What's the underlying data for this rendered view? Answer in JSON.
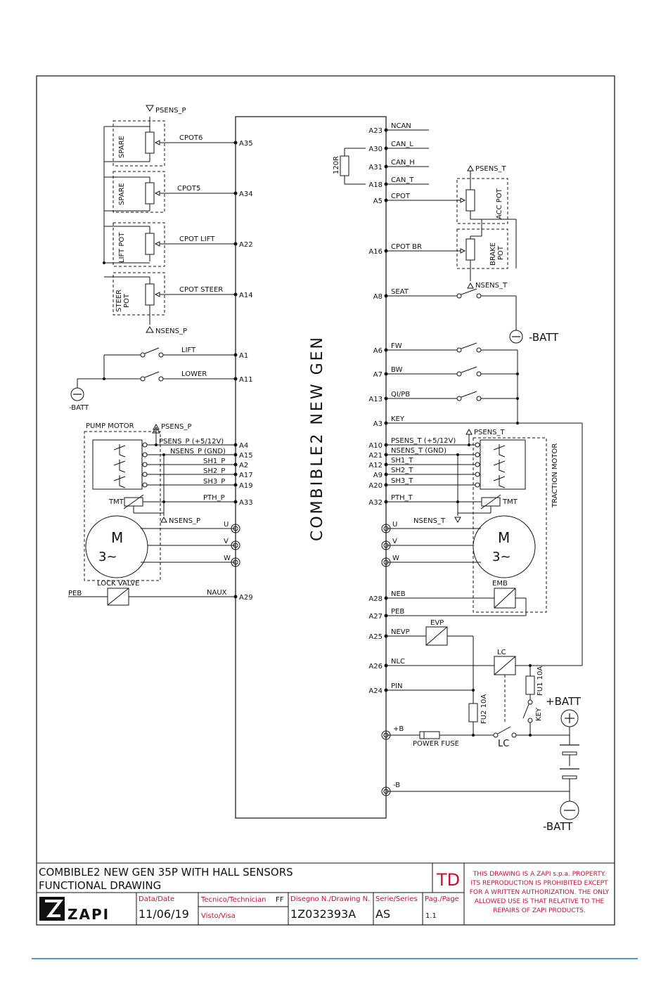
{
  "controller": {
    "name": "COMBIBLE2 NEW GEN"
  },
  "left_pins": [
    {
      "pin": "A35",
      "signal": "CPOT6"
    },
    {
      "pin": "A34",
      "signal": "CPOT5"
    },
    {
      "pin": "A22",
      "signal": "CPOT LIFT"
    },
    {
      "pin": "A14",
      "signal": "CPOT STEER"
    },
    {
      "pin": "A1",
      "signal": "LIFT"
    },
    {
      "pin": "A11",
      "signal": "LOWER"
    },
    {
      "pin": "A4",
      "signal": "PSENS_P (+5/12V)"
    },
    {
      "pin": "A15",
      "signal": "NSENS_P (GND)"
    },
    {
      "pin": "A2",
      "signal": "SH1_P"
    },
    {
      "pin": "A17",
      "signal": "SH2_P"
    },
    {
      "pin": "A19",
      "signal": "SH3_P"
    },
    {
      "pin": "A33",
      "signal": "PTH_P"
    },
    {
      "pin": "A29",
      "signal": "NAUX"
    }
  ],
  "right_pins": [
    {
      "pin": "A23",
      "signal": "NCAN"
    },
    {
      "pin": "A30",
      "signal": "CAN_L"
    },
    {
      "pin": "A31",
      "signal": "CAN_H"
    },
    {
      "pin": "A18",
      "signal": "CAN_T"
    },
    {
      "pin": "A5",
      "signal": "CPOT"
    },
    {
      "pin": "A16",
      "signal": "CPOT BR"
    },
    {
      "pin": "A8",
      "signal": "SEAT"
    },
    {
      "pin": "A6",
      "signal": "FW"
    },
    {
      "pin": "A7",
      "signal": "BW"
    },
    {
      "pin": "A13",
      "signal": "QI/PB"
    },
    {
      "pin": "A3",
      "signal": "KEY"
    },
    {
      "pin": "A10",
      "signal": "PSENS_T (+5/12V)"
    },
    {
      "pin": "A21",
      "signal": "NSENS_T (GND)"
    },
    {
      "pin": "A12",
      "signal": "SH1_T"
    },
    {
      "pin": "A9",
      "signal": "SH2_T"
    },
    {
      "pin": "A20",
      "signal": "SH3_T"
    },
    {
      "pin": "A32",
      "signal": "PTH_T"
    },
    {
      "pin": "A28",
      "signal": "NEB"
    },
    {
      "pin": "A27",
      "signal": "PEB"
    },
    {
      "pin": "A25",
      "signal": "NEVP"
    },
    {
      "pin": "A26",
      "signal": "NLC"
    },
    {
      "pin": "A24",
      "signal": "PIN"
    }
  ],
  "power_terminals": {
    "u": "U",
    "v": "V",
    "w": "W",
    "plus_b": "+B",
    "minus_b": "-B"
  },
  "labels": {
    "psens_p": "PSENS_P",
    "nsens_p": "NSENS_P",
    "psens_t": "PSENS_T",
    "nsens_t": "NSENS_T",
    "minus_batt": "-BATT",
    "plus_batt": "+BATT",
    "spare": "SPARE",
    "lift_pot": "LIFT POT",
    "steer": "STEER",
    "pot": "POT",
    "acc_pot": "ACC POT",
    "brake": "BRAKE",
    "resistor": "120R",
    "pump_motor": "PUMP MOTOR",
    "traction_motor": "TRACTION MOTOR",
    "tmt": "TMT",
    "motor_m": "M",
    "motor_3": "3~",
    "lock_valve": "LOCK VALVE",
    "peb": "PEB",
    "emb": "EMB",
    "evp": "EVP",
    "lc": "LC",
    "fu1": "FU1 10A",
    "fu2": "FU2 10A",
    "key": "KEY",
    "power_fuse": "POWER FUSE"
  },
  "title_block": {
    "title_line1": "COMBIBLE2 NEW GEN 35P WITH HALL SENSORS",
    "title_line2": "FUNCTIONAL DRAWING",
    "td": "TD",
    "notice": [
      "THIS DRAWING IS A ZAPI s.p.a. PROPERTY.",
      "ITS REPRODUCTION IS PROHIBITED EXCEPT",
      "FOR A WRITTEN AUTHORIZATION. THE ONLY",
      "ALLOWED USE IS THAT RELATIVE TO THE",
      "REPAIRS OF ZAPI PRODUCTS."
    ],
    "company": "ZAPI",
    "date_label": "Data/Date",
    "date": "11/06/19",
    "technician_label": "Tecnico/Technician",
    "technician": "FF",
    "visto_label": "Visto/Visa",
    "drawing_label": "Disegno N./Drawing N.",
    "drawing_no": "1Z032393A",
    "series_label": "Serie/Series",
    "series": "AS",
    "page_label": "Pag./Page",
    "page": "1.1"
  },
  "colors": {
    "line": "#111111",
    "title_red": "#c8102e",
    "rule_blue": "#1a7ab8"
  }
}
